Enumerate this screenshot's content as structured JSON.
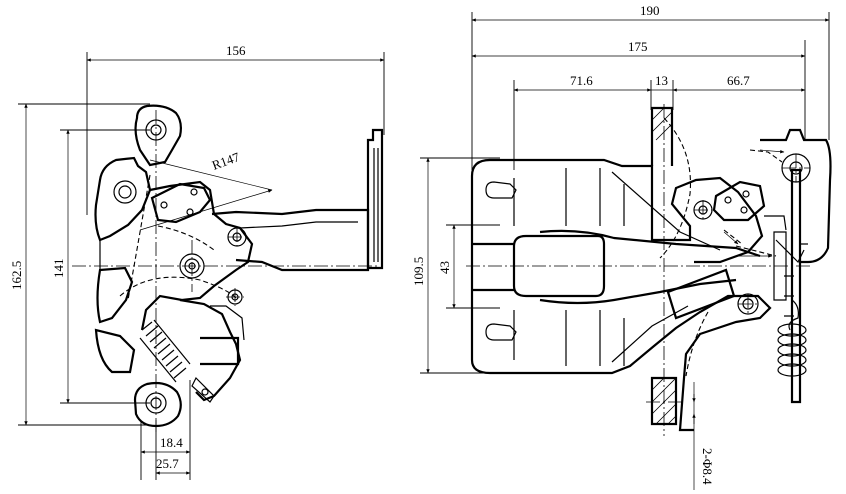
{
  "left_view": {
    "dims": {
      "width_156": "156",
      "height_162_5": "162.5",
      "height_141": "141",
      "offset_18_4": "18.4",
      "offset_25_7": "25.7",
      "radius_r147": "R147"
    }
  },
  "right_view": {
    "dims": {
      "width_190": "190",
      "width_175": "175",
      "seg_71_6": "71.6",
      "seg_13": "13",
      "seg_66_7": "66.7",
      "height_109_5": "109.5",
      "height_43": "43",
      "hole_2_d8_4": "2-Φ8.4"
    }
  }
}
